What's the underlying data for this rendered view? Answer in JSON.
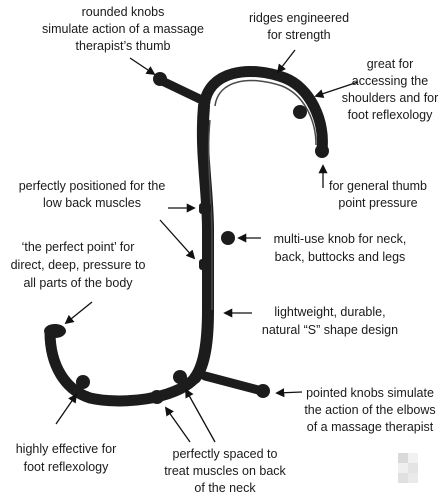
{
  "labels": {
    "rounded_knobs": [
      "rounded knobs",
      "simulate action of a massage",
      "therapist’s thumb"
    ],
    "ridges": [
      "ridges engineered",
      "for strength"
    ],
    "shoulders": [
      "great for",
      "accessing the",
      "shoulders and for",
      "foot reflexology"
    ],
    "general_thumb": [
      "for general thumb",
      "point pressure"
    ],
    "low_back": [
      "perfectly positioned for the",
      "low back muscles"
    ],
    "multi_use": [
      "multi-use knob for neck,",
      "back, buttocks and legs"
    ],
    "perfect_point": [
      "‘the perfect point’ for",
      "direct, deep, pressure to",
      "all parts of the body"
    ],
    "lightweight": [
      "lightweight, durable,",
      "natural “S” shape design"
    ],
    "pointed_knobs": [
      "pointed knobs simulate",
      "the action of the elbows",
      "of a massage therapist"
    ],
    "foot_reflexology": [
      "highly effective for",
      "foot reflexology"
    ],
    "spaced": [
      "perfectly spaced to",
      "treat muscles on back",
      "of the neck"
    ]
  },
  "colors": {
    "tool": "#1c1c1c",
    "ridge": "#3a3a3a",
    "text": "#1a1a1a",
    "arrow": "#111111"
  },
  "watermark_icon": "placeholder-image-icon"
}
